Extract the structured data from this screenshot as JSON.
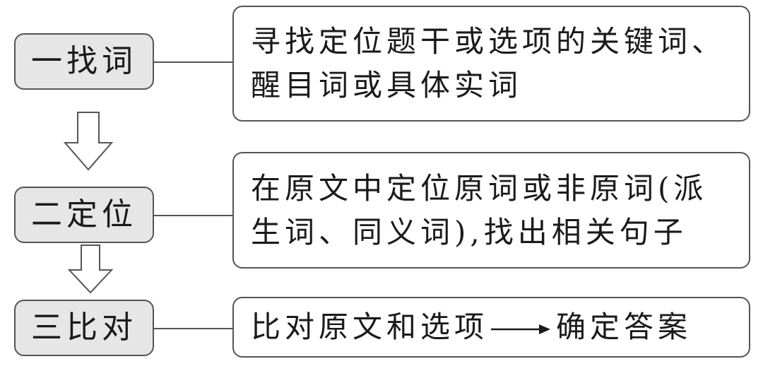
{
  "steps": [
    {
      "label": "一找词",
      "description_lines": [
        "寻找定位题干或选项的关键词、",
        "醒目词或具体实词"
      ]
    },
    {
      "label": "二定位",
      "description_lines": [
        "在原文中定位原词或非原词(派",
        "生词、同义词),找出相关句子"
      ]
    },
    {
      "label": "三比对",
      "description_before_arrow": "比对原文和选项",
      "description_after_arrow": "确定答案"
    }
  ],
  "colors": {
    "step_fill": "#e6e6e6",
    "border": "#555555",
    "text": "#1a1a1a"
  }
}
